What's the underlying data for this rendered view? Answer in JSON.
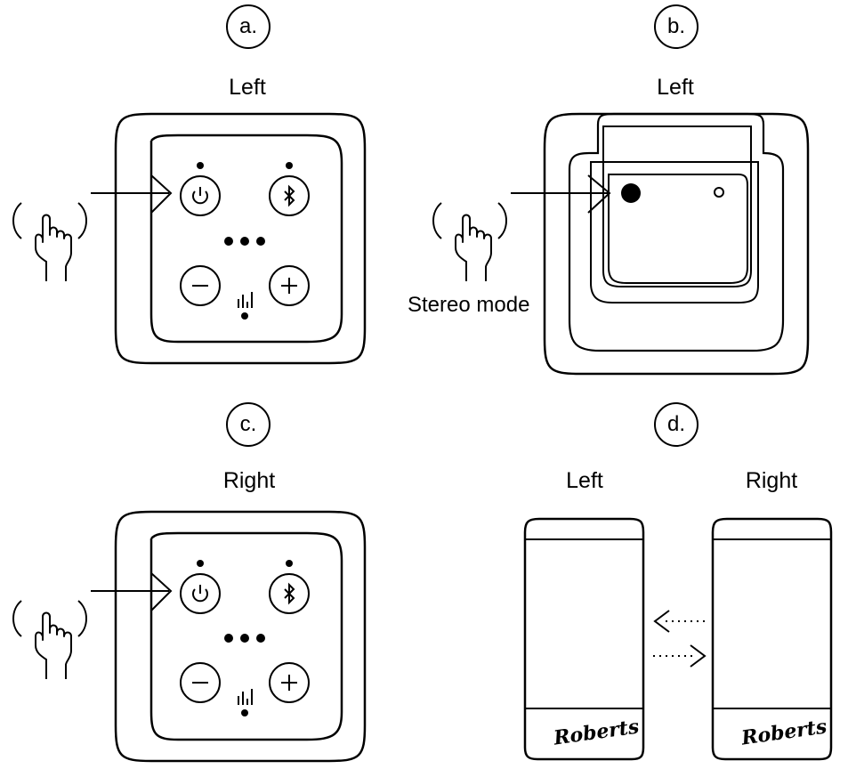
{
  "panels": {
    "a": {
      "step": "a.",
      "speaker": "Left"
    },
    "b": {
      "step": "b.",
      "speaker": "Left",
      "button_caption": "Stereo mode"
    },
    "c": {
      "step": "c.",
      "speaker": "Right"
    },
    "d": {
      "step": "d.",
      "left_speaker": "Left",
      "right_speaker": "Right",
      "brand": "Roberts"
    }
  },
  "icons": {
    "power": "power-icon",
    "bluetooth": "bluetooth-icon",
    "minus": "minus-icon",
    "plus": "plus-icon",
    "eq": "eq-bars-icon",
    "hand": "pointing-hand-icon",
    "arrow": "arrow-right-icon"
  },
  "colors": {
    "stroke": "#000000",
    "background": "#ffffff"
  }
}
